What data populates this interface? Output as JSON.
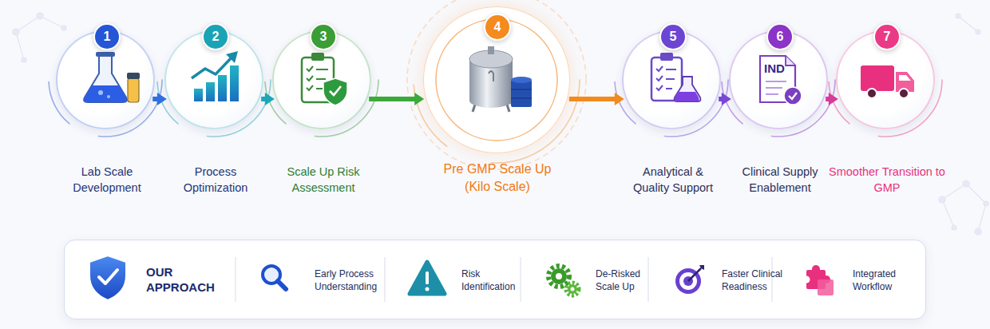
{
  "diagram": {
    "nodes": [
      {
        "text": [
          "1",
          "Lab Scale Development"
        ]
      },
      {
        "text": [
          "2",
          "Process Optimization"
        ]
      },
      {
        "text": [
          "3",
          "Scale Up Risk Assessment"
        ]
      },
      {
        "text": [
          "4",
          "Pre GMP Scale Up (Kilo Scale)"
        ]
      },
      {
        "text": [
          "5",
          "Analytical & Quality Support"
        ]
      },
      {
        "text": [
          "6",
          "Clinical Supply Enablement"
        ]
      },
      {
        "text": [
          "7",
          "Smoother Transition to GMP"
        ]
      },
      {
        "text": [
          "OUR APPROACH"
        ]
      }
    ],
    "edges": [
      {
        "from": 0,
        "to": 1,
        "arrow": "to"
      },
      {
        "from": 1,
        "to": 2,
        "arrow": "to"
      },
      {
        "from": 2,
        "to": 3,
        "arrow": "to"
      },
      {
        "from": 3,
        "to": 4,
        "arrow": "to"
      },
      {
        "from": 4,
        "to": 5,
        "arrow": "to"
      },
      {
        "from": 5,
        "to": 6,
        "arrow": "to"
      }
    ],
    "labels": [
      "IND",
      "Early Process Understanding",
      "Risk Identification",
      "De-Risked Scale Up",
      "Faster Clinical Readiness",
      "Integrated Workflow"
    ]
  }
}
